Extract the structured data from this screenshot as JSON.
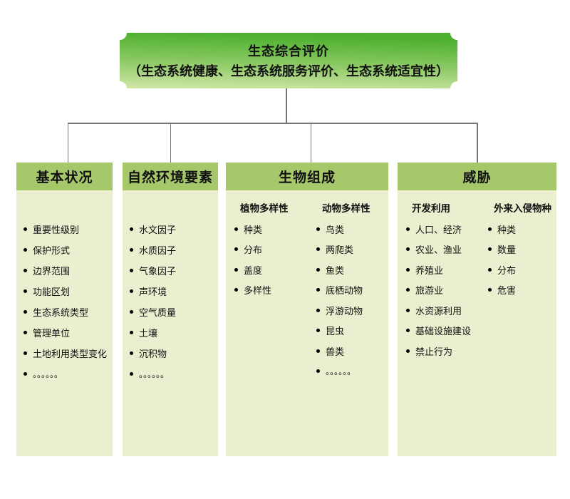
{
  "banner": {
    "title": "生态综合评价",
    "subtitle": "（生态系统健康、生态系统服务评价、生态系统适宜性）"
  },
  "colors": {
    "banner_gradient_top": "#4db02f",
    "banner_gradient_bottom": "#d0e7a8",
    "panel_header_bg": "#a6c86b",
    "panel_body_bg": "#ebeecf",
    "connector_line": "#757575",
    "text": "#111111"
  },
  "columns": [
    {
      "title": "基本状况",
      "items": [
        "重要性级别",
        "保护形式",
        "边界范围",
        "功能区划",
        "生态系统类型",
        "管理单位",
        "土地利用类型变化",
        "。。。。。。"
      ]
    },
    {
      "title": "自然环境要素",
      "items": [
        "水文因子",
        "水质因子",
        "气象因子",
        "声环境",
        "空气质量",
        "土壤",
        "沉积物",
        "。。。。。。"
      ]
    },
    {
      "title": "生物组成",
      "groups": [
        {
          "title": "植物多样性",
          "items": [
            "种类",
            "分布",
            "盖度",
            "多样性"
          ]
        },
        {
          "title": "动物多样性",
          "items": [
            "鸟类",
            "两爬类",
            "鱼类",
            "底栖动物",
            "浮游动物",
            "昆虫",
            "兽类",
            "。。。。。。"
          ]
        }
      ]
    },
    {
      "title": "威胁",
      "groups": [
        {
          "title": "开发利用",
          "items": [
            "人口、经济",
            "农业、渔业",
            "养殖业",
            "旅游业",
            "水资源利用",
            "基础设施建设",
            "禁止行为"
          ]
        },
        {
          "title": "外来入侵物种",
          "items": [
            "种类",
            "数量",
            "分布",
            "危害"
          ]
        }
      ]
    }
  ]
}
